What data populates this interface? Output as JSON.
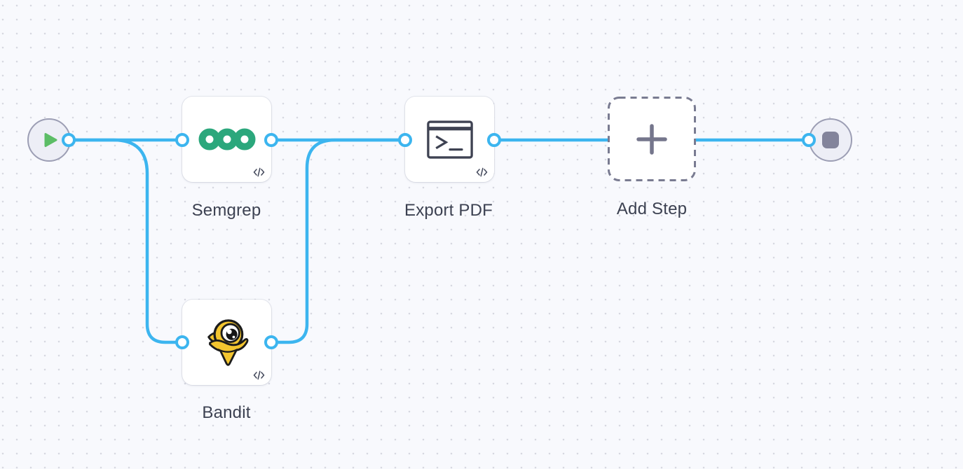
{
  "canvas": {
    "background_color": "#F8F9FD",
    "dot_color": "#D7D8E1",
    "edge_color": "#3CB5EF",
    "label_color": "#3C4151"
  },
  "workflow": {
    "start_node": {
      "icon": "play-icon",
      "accent_color": "#5CBD66"
    },
    "end_node": {
      "icon": "stop-icon",
      "accent_color": "#83849B"
    },
    "nodes": [
      {
        "id": "semgrep",
        "label": "Semgrep",
        "icon": "semgrep-rings-logo",
        "corner_icon": "code-icon",
        "brand_color": "#2BA77C"
      },
      {
        "id": "bandit",
        "label": "Bandit",
        "icon": "bandit-bird-logo",
        "corner_icon": "code-icon",
        "brand_color": "#F3C52F"
      },
      {
        "id": "export-pdf",
        "label": "Export PDF",
        "icon": "terminal-icon",
        "corner_icon": "code-icon",
        "brand_color": "#3E4252"
      },
      {
        "id": "add-step",
        "label": "Add Step",
        "icon": "plus-icon",
        "placeholder": true,
        "dash_color": "#797B91"
      }
    ],
    "connections": [
      {
        "from": "start",
        "to": "semgrep"
      },
      {
        "from": "start",
        "to": "bandit"
      },
      {
        "from": "semgrep",
        "to": "export-pdf"
      },
      {
        "from": "bandit",
        "to": "export-pdf"
      },
      {
        "from": "export-pdf",
        "to": "add-step"
      },
      {
        "from": "add-step",
        "to": "end"
      }
    ]
  }
}
